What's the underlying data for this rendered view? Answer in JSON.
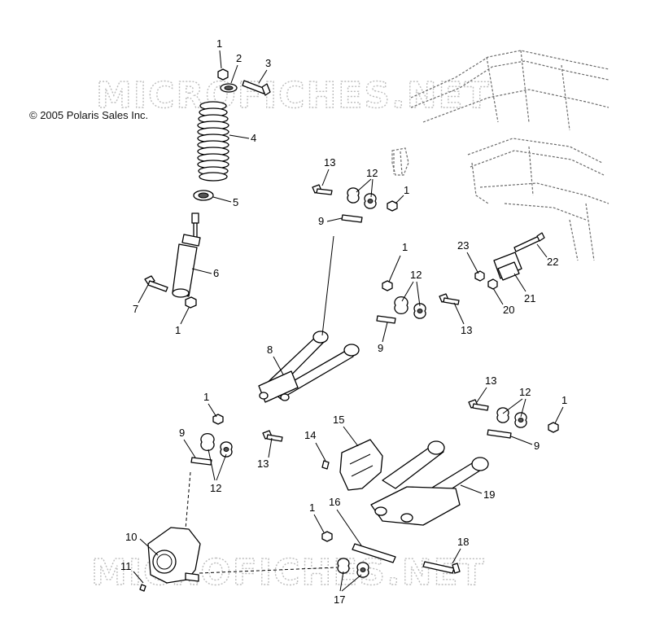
{
  "copyright": "© 2005 Polaris Sales Inc.",
  "watermark_top": "MICROFICHES.NET",
  "watermark_bottom": "MICROFICHES.NET",
  "callouts": {
    "c1a": "1",
    "c2": "2",
    "c3": "3",
    "c4": "4",
    "c5": "5",
    "c6": "6",
    "c7": "7",
    "c1b": "1",
    "c13a": "13",
    "c12a": "12",
    "c1c": "1",
    "c9a": "9",
    "c1d": "1",
    "c12b": "12",
    "c13b": "13",
    "c9b": "9",
    "c8": "8",
    "c23": "23",
    "c22": "22",
    "c21": "21",
    "c20": "20",
    "c1e": "1",
    "c9c": "9",
    "c12c": "12",
    "c13c": "13",
    "c14": "14",
    "c15": "15",
    "c13d": "13",
    "c12d": "12",
    "c1f": "1",
    "c9d": "9",
    "c19": "19",
    "c1g": "1",
    "c16": "16",
    "c18": "18",
    "c10": "10",
    "c11": "11",
    "c17": "17"
  }
}
